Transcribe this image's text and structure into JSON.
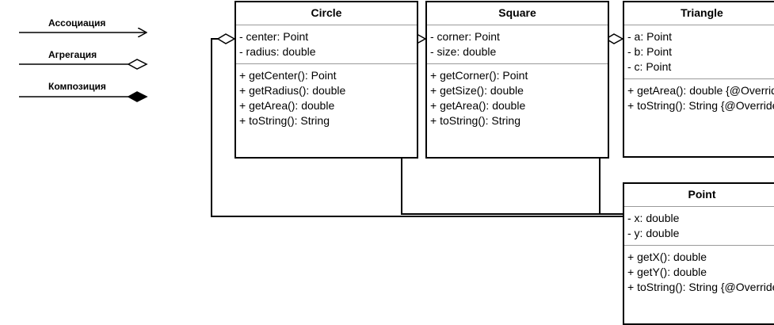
{
  "legend": {
    "association": "Ассоциация",
    "aggregation": "Агрегация",
    "composition": "Композиция"
  },
  "classes": {
    "circle": {
      "name": "Circle",
      "attributes": [
        "- center: Point",
        "- radius: double"
      ],
      "methods": [
        "+ getCenter(): Point",
        "+ getRadius(): double",
        "+ getArea(): double",
        "+ toString(): String"
      ]
    },
    "square": {
      "name": "Square",
      "attributes": [
        "- corner: Point",
        "- size: double"
      ],
      "methods": [
        "+ getCorner(): Point",
        "+ getSize(): double",
        "+ getArea(): double",
        "+ toString(): String"
      ]
    },
    "triangle": {
      "name": "Triangle",
      "attributes": [
        "- a: Point",
        "- b: Point",
        "- c: Point"
      ],
      "methods": [
        "+ getArea(): double {@Override}",
        "+ toString(): String {@Override}"
      ]
    },
    "point": {
      "name": "Point",
      "attributes": [
        "- x: double",
        "- y: double"
      ],
      "methods": [
        "+ getX(): double",
        "+ getY(): double",
        "+ toString(): String {@Override}"
      ]
    }
  }
}
